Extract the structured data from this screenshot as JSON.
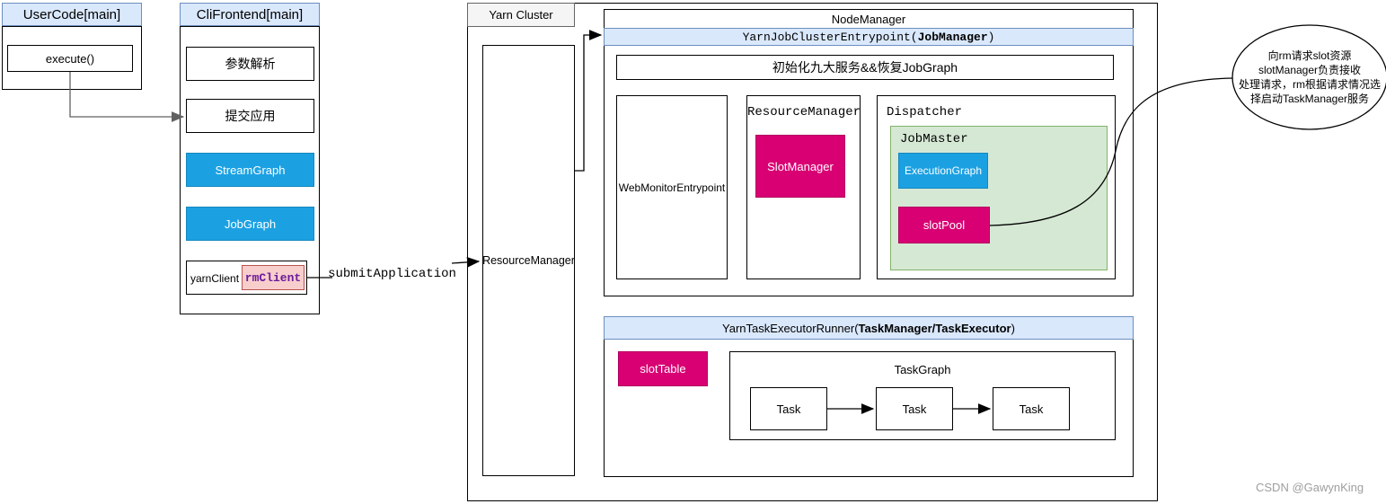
{
  "user_code": {
    "title": "UserCode[main]",
    "execute_label": "execute()"
  },
  "cli_frontend": {
    "title": "CliFrontend[main]",
    "step1_label": "参数解析",
    "step2_label": "提交应用",
    "stream_graph_label": "StreamGraph",
    "job_graph_label": "JobGraph",
    "yarn_client_label": "yarnClient",
    "rm_client_label": "rmClient"
  },
  "submit_application_label": "submitApplication",
  "yarn_cluster": {
    "tab_label": "Yarn Cluster",
    "resource_manager_label": "ResourceManager",
    "node_manager": {
      "title": "NodeManager",
      "entrypoint_prefix": "YarnJobClusterEntrypoint(",
      "entrypoint_bold": "JobManager",
      "entrypoint_suffix": ")",
      "init_label": "初始化九大服务&&恢复JobGraph",
      "web_monitor_label": "WebMonitorEntrypoint",
      "resource_manager": {
        "title": "ResourceManager",
        "slot_manager_label": "SlotManager"
      },
      "dispatcher": {
        "title": "Dispatcher",
        "job_master": {
          "title": "JobMaster",
          "execution_graph_label": "ExecutionGraph",
          "slot_pool_label": "slotPool"
        }
      }
    },
    "task_executor": {
      "header_prefix": "YarnTaskExecutorRunner(",
      "header_bold": "TaskManager/TaskExecutor",
      "header_suffix": ")",
      "slot_table_label": "slotTable",
      "task_graph": {
        "title": "TaskGraph",
        "tasks": [
          "Task",
          "Task",
          "Task"
        ]
      }
    }
  },
  "annotation": {
    "lines": [
      "向rm请求slot资源",
      "slotManager负责接收",
      "处理请求，rm根据请求情况选",
      "择启动TaskManager服务"
    ]
  },
  "watermark": "CSDN @GawynKing",
  "colors": {
    "accent_blue": "#1BA1E2",
    "accent_magenta": "#D80073",
    "header_fill": "#DAE8FC",
    "header_border": "#6C8EBF",
    "jobmaster_green_fill": "#D5E8D4",
    "jobmaster_green_border": "#82B366",
    "rmclient_pink_fill": "#F8CECC",
    "rmclient_pink_border": "#B85450",
    "rmclient_text_purple": "#6A1B9A",
    "tab_gray_fill": "#F5F5F5"
  }
}
